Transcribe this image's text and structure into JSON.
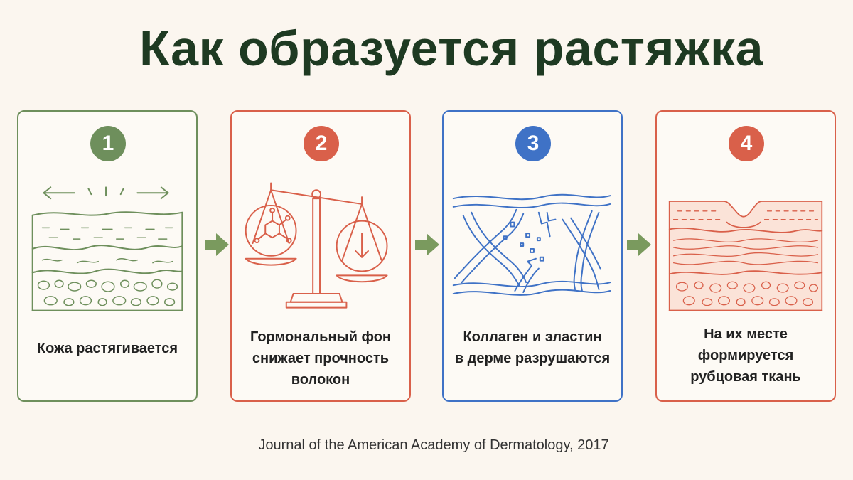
{
  "title": "Как образуется растяжка",
  "colors": {
    "green": "#6e8f5c",
    "red": "#d9604a",
    "blue": "#3f72c6",
    "arrow": "#7a9a5e",
    "title": "#1e3a22"
  },
  "steps": [
    {
      "number": "1",
      "lines": [
        "Кожа растягивается"
      ]
    },
    {
      "number": "2",
      "lines": [
        "Гормональный фон",
        "снижает прочность",
        "волокон"
      ]
    },
    {
      "number": "3",
      "lines": [
        "Коллаген и эластин",
        "в дерме разрушаются"
      ]
    },
    {
      "number": "4",
      "lines": [
        "На их месте",
        "формируется",
        "рубцовая ткань"
      ]
    }
  ],
  "icons": {
    "step1": "stretched-skin-layers-icon",
    "step2": "hormone-balance-scale-icon",
    "step3": "broken-collagen-fibers-icon",
    "step4": "scar-tissue-layers-icon",
    "connector": "right-arrow-icon"
  },
  "footer": "Journal of the American Academy of Dermatology, 2017"
}
